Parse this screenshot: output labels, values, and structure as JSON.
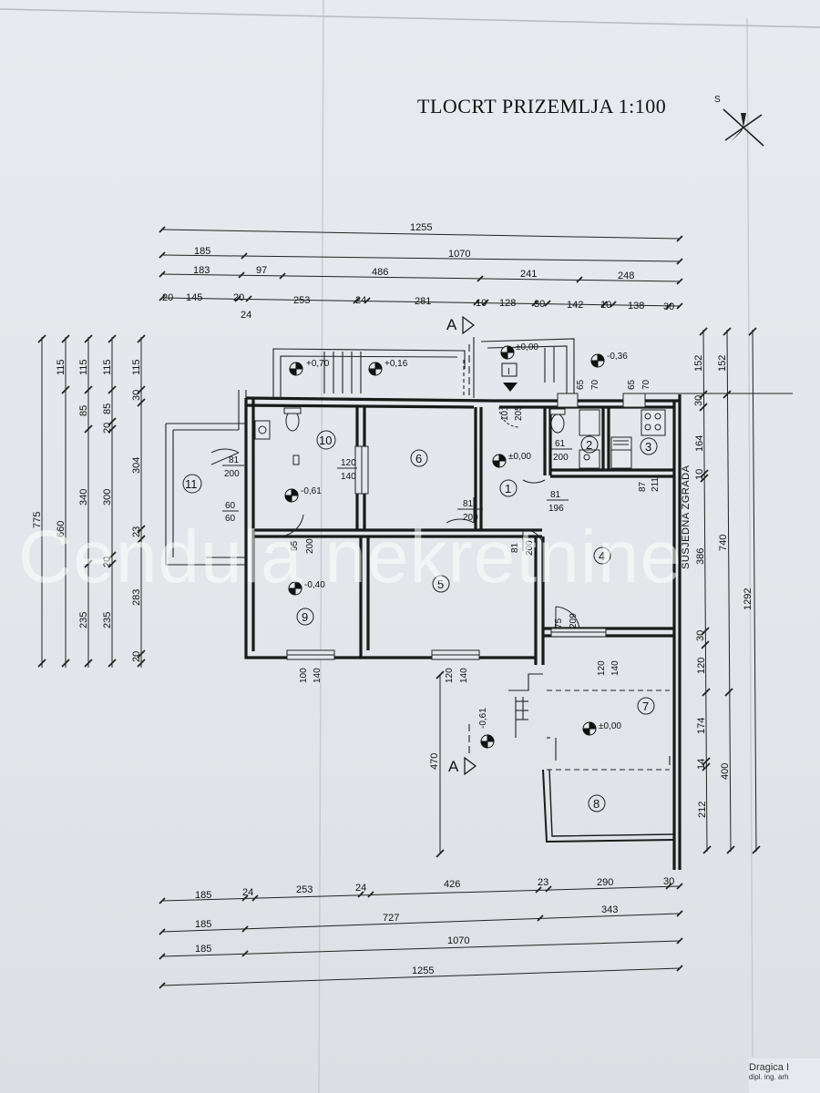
{
  "title": "TLOCRT PRIZEMLJA  1:100",
  "north_label": "S",
  "watermark": "Cendula nekretnine",
  "neighbour_label": "SUSJEDNA ZGRADA",
  "section_label": "A",
  "entrance_label": "I",
  "stamp": {
    "name": "Dragica I",
    "subtitle": "dipl. ing. arh"
  },
  "top_dims": {
    "row1": [
      "1255"
    ],
    "row2": [
      "185",
      "1070"
    ],
    "row3": [
      "183",
      "97",
      "486",
      "241",
      "248"
    ],
    "row4": [
      "20",
      "145",
      "20",
      "24",
      "253",
      "24",
      "281",
      "10",
      "128",
      "30",
      "142",
      "10",
      "138",
      "30"
    ]
  },
  "bottom_dims": {
    "row1": [
      "185",
      "24",
      "253",
      "24",
      "426",
      "23",
      "290",
      "30"
    ],
    "row2": [
      "185",
      "727",
      "343"
    ],
    "row3": [
      "185",
      "1070"
    ],
    "row4": [
      "1255"
    ]
  },
  "left_dims": {
    "col1": [
      "775"
    ],
    "col2": [
      "115",
      "660"
    ],
    "col3": [
      "115",
      "85",
      "340",
      "235"
    ],
    "col4": [
      "115",
      "20",
      "85",
      "300",
      "20",
      "235"
    ],
    "col5": [
      "115",
      "30",
      "304",
      "23",
      "283",
      "20"
    ]
  },
  "right_dims": {
    "col1": [
      "152",
      "30",
      "164",
      "10",
      "386",
      "30",
      "120",
      "174",
      "14",
      "212"
    ],
    "col2": [
      "152",
      "740",
      "400"
    ],
    "col3": [
      "1292"
    ],
    "center": [
      "470"
    ]
  },
  "levels": [
    "+0,70",
    "+0,16",
    "±0,00",
    "-0,36",
    "±0,00",
    "-0,61",
    "-0,40",
    "-0,61",
    "±0,00"
  ],
  "rooms": [
    "1",
    "2",
    "3",
    "4",
    "5",
    "6",
    "7",
    "8",
    "9",
    "10",
    "11"
  ],
  "openings": {
    "o1": [
      "81",
      "200"
    ],
    "o2": [
      "120",
      "140"
    ],
    "o3": [
      "60",
      "60"
    ],
    "o4": [
      "95",
      "200"
    ],
    "o5": [
      "81",
      "200"
    ],
    "o6": [
      "101",
      "205"
    ],
    "o7": [
      "61",
      "200"
    ],
    "o8": [
      "87",
      "211"
    ],
    "o9": [
      "81",
      "196"
    ],
    "o10": [
      "81",
      "200"
    ],
    "o11": [
      "75",
      "209"
    ],
    "o12": [
      "100",
      "140"
    ],
    "o13": [
      "120",
      "140"
    ],
    "o14": [
      "120",
      "140"
    ],
    "o15": [
      "65",
      "70"
    ],
    "o16": [
      "65",
      "70"
    ]
  }
}
